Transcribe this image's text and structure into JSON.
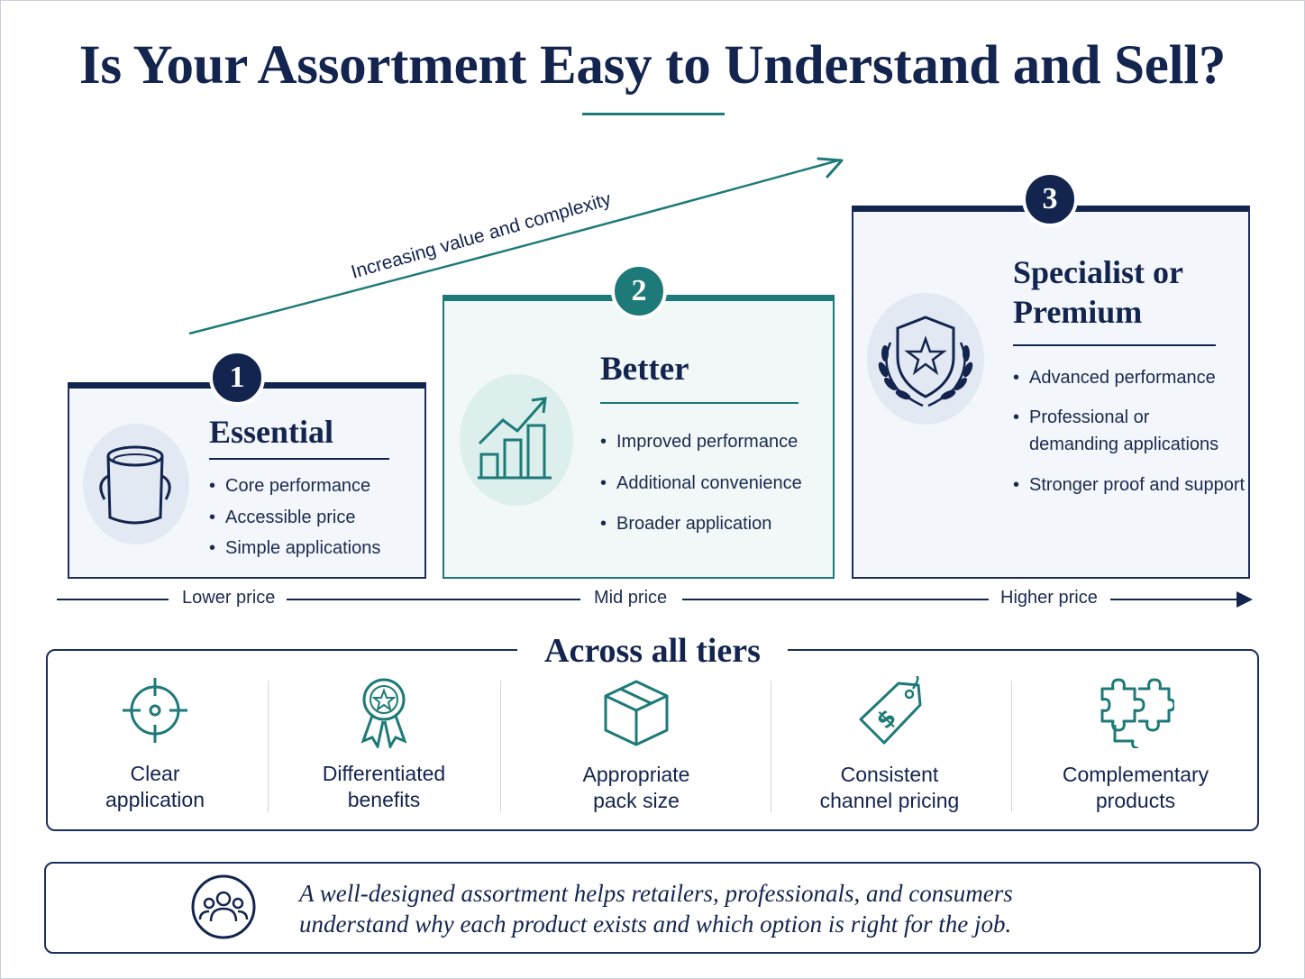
{
  "header": {
    "title": "Is Your Assortment Easy to Understand and Sell?"
  },
  "trend": {
    "label": "Increasing value and complexity"
  },
  "tiers": [
    {
      "number": "1",
      "title": "Essential",
      "icon": "paint-can-icon",
      "bullets": [
        "Core performance",
        "Accessible price",
        "Simple applications"
      ]
    },
    {
      "number": "2",
      "title": "Better",
      "icon": "bar-chart-growth-icon",
      "bullets": [
        "Improved performance",
        "Additional convenience",
        "Broader application"
      ]
    },
    {
      "number": "3",
      "title_line1": "Specialist or",
      "title_line2": "Premium",
      "icon": "shield-star-laurel-icon",
      "bullets": [
        "Advanced performance",
        "Professional or",
        "demanding applications",
        "Stronger proof and support"
      ]
    }
  ],
  "price_axis": {
    "low": "Lower price",
    "mid": "Mid price",
    "high": "Higher price"
  },
  "across": {
    "title": "Across all tiers",
    "features": [
      {
        "line1": "Clear",
        "line2": "application",
        "icon": "target-icon"
      },
      {
        "line1": "Differentiated",
        "line2": "benefits",
        "icon": "award-ribbon-icon"
      },
      {
        "line1": "Appropriate",
        "line2": "pack size",
        "icon": "box-icon"
      },
      {
        "line1": "Consistent",
        "line2": "channel pricing",
        "icon": "price-tag-icon"
      },
      {
        "line1": "Complementary",
        "line2": "products",
        "icon": "puzzle-icon"
      }
    ]
  },
  "footer": {
    "icon": "people-group-icon",
    "line1": "A well-designed assortment helps retailers, professionals, and consumers",
    "line2": "understand why each product exists and which option is right for the job."
  },
  "colors": {
    "navy": "#13244f",
    "teal": "#1d7a78",
    "light_blue": "#f3f6fb",
    "light_teal": "#f1f8f7"
  }
}
